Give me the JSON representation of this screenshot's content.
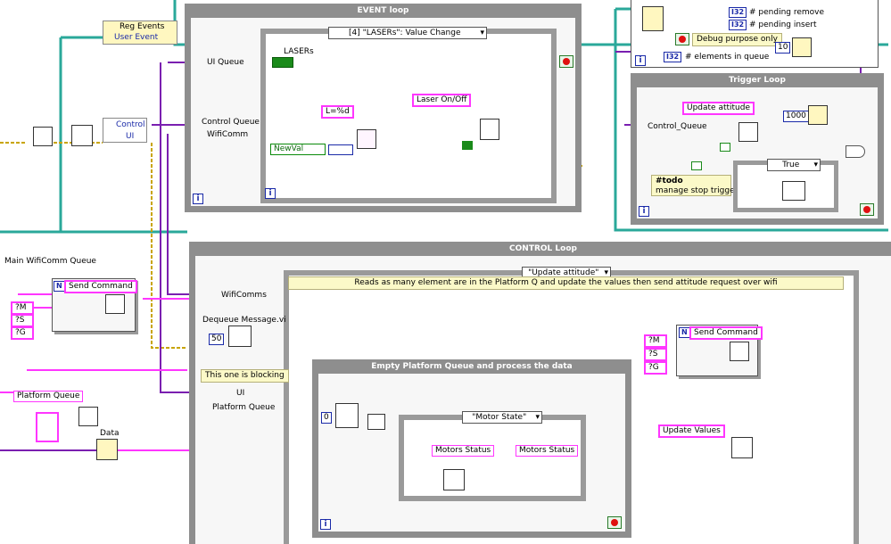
{
  "event_loop": {
    "title": "EVENT loop",
    "event_case": "[4] \"LASERs\": Value Change",
    "lasers_label": "LASERs",
    "laser_format": "L=%d",
    "laser_onoff": "Laser On/Off",
    "newval": "NewVal",
    "ui_queue": "UI Queue",
    "control_queue": "Control Queue",
    "wificomm": "WifiComm"
  },
  "reg_events": {
    "reg": "Reg Events",
    "user": "User Event"
  },
  "control_cluster": {
    "control": "Control",
    "ui": "UI"
  },
  "debug": {
    "pending_remove": "# pending remove",
    "pending_insert": "# pending insert",
    "debug_note": "Debug purpose only",
    "elements_in_queue": "# elements in queue",
    "ten": "10",
    "i32": "I32"
  },
  "trigger_loop": {
    "title": "Trigger Loop",
    "update_attitude": "Update attitude",
    "control_queue": "Control_Queue",
    "ms": "1000",
    "todo_note_line1": "#todo",
    "todo_note_line2": "manage stop trigger",
    "case_true": "True"
  },
  "main_wificomm": {
    "label": "Main WifiComm Queue",
    "send_command": "Send Command",
    "m": "?M",
    "s": "?S",
    "g": "?G"
  },
  "control_loop": {
    "title": "CONTROL Loop",
    "case_label": "\"Update attitude\"",
    "comment": "Reads as many element are in the Platform Q and update the values then send attitude request over wifi",
    "wificomms": "WifiComms",
    "dequeue": "Dequeue Message.vi",
    "timeout": "50",
    "blocking_note": "This one is blocking",
    "ui": "UI",
    "platform_queue": "Platform Queue",
    "send_command": "Send Command",
    "m": "?M",
    "s": "?S",
    "g": "?G",
    "update_values": "Update Values"
  },
  "empty_queue_loop": {
    "title": "Empty Platform Queue and process the data",
    "zero": "0",
    "case_label": "\"Motor State\"",
    "motors_status_1": "Motors Status",
    "motors_status_2": "Motors Status"
  },
  "left": {
    "platform_queue": "Platform Queue",
    "data": "Data"
  },
  "colors": {
    "wire_pink": "#ff36ff",
    "wire_purple": "#7a1fb0",
    "wire_teal": "#2aa89a",
    "wire_orange": "#c8a400",
    "wire_green": "#1a8a1a",
    "wire_blue": "#1a2aa8",
    "frame_gray": "#8e8e8e"
  }
}
